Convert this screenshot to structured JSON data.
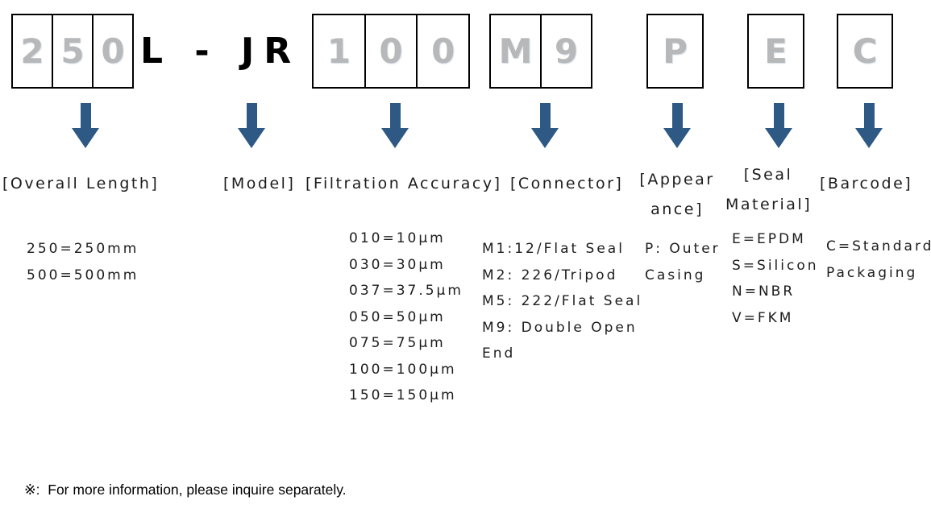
{
  "colors": {
    "arrow": "#2d5984",
    "code_text_gray": "#b6b8ba",
    "border": "#000000",
    "text": "#1c1c1c"
  },
  "code_boxes": {
    "overall_length_cells": [
      "2",
      "5",
      "0"
    ],
    "model_text": "L - JR",
    "filtration_cells": [
      "1",
      "0",
      "0"
    ],
    "connector_cells": [
      "M",
      "9"
    ],
    "appearance_cell": "P",
    "seal_cell": "E",
    "barcode_cell": "C"
  },
  "labels": {
    "overall_length": "[Overall Length]",
    "model": "[Model]",
    "filtration": "[Filtration Accuracy]",
    "connector": "[Connector]",
    "appearance_line1": "[Appear",
    "appearance_line2": "ance]",
    "seal_line1": "[Seal",
    "seal_line2": "Material]",
    "barcode": "[Barcode]"
  },
  "options": {
    "overall_length": [
      "250=250mm",
      "500=500mm"
    ],
    "filtration": [
      "010=10µm",
      "030=30µm",
      "037=37.5µm",
      "050=50µm",
      "075=75µm",
      "100=100µm",
      "150=150µm"
    ],
    "connector": [
      "M1:12/Flat Seal",
      "M2: 226/Tripod",
      "M5: 222/Flat Seal",
      "M9: Double Open End"
    ],
    "appearance": "P: Outer Casing",
    "seal": [
      "E=EPDM",
      "S=Silicon",
      "N=NBR",
      "V=FKM"
    ],
    "barcode": "C=Standard Packaging"
  },
  "footnote": "※:  For more information, please inquire separately."
}
